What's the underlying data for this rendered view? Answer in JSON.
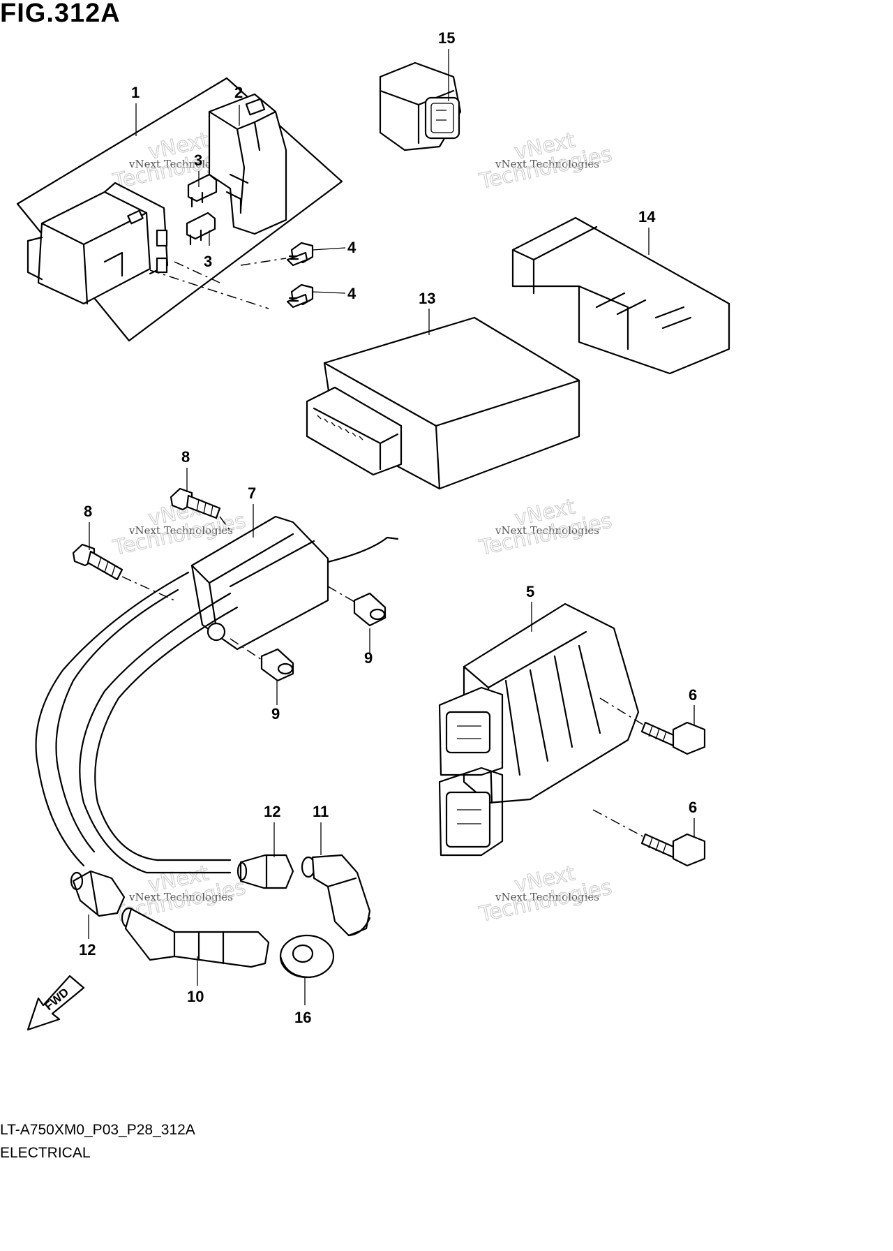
{
  "figure_title": "FIG.312A",
  "footer": {
    "code": "LT-A750XM0_P03_P28_312A",
    "section": "ELECTRICAL"
  },
  "watermark": {
    "line": "vNext Technologies",
    "brand_top": "vNext",
    "brand_bottom": "Technologies"
  },
  "fwd_label": "FWD",
  "callouts": [
    "1",
    "2",
    "3",
    "3",
    "4",
    "4",
    "15",
    "14",
    "13",
    "8",
    "8",
    "7",
    "9",
    "9",
    "5",
    "6",
    "6",
    "12",
    "11",
    "12",
    "10",
    "16"
  ]
}
